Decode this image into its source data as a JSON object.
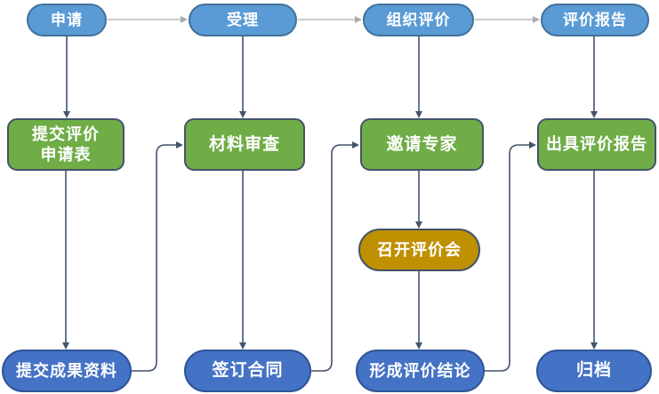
{
  "flowchart": {
    "top_row": {
      "apply": "申请",
      "accept": "受理",
      "organize_evaluation": "组织评价",
      "evaluation_report": "评价报告"
    },
    "process_row": {
      "submit_application_form_line1": "提交评价",
      "submit_application_form_line2": "申请表",
      "material_review": "材料审查",
      "invite_experts": "邀请专家",
      "issue_evaluation_report": "出具评价报告"
    },
    "middle": {
      "hold_evaluation_meeting": "召开评价会"
    },
    "bottom_row": {
      "submit_achievement_materials": "提交成果资料",
      "sign_contract": "签订合同",
      "form_evaluation_conclusion": "形成评价结论",
      "archive": "归档"
    },
    "colors": {
      "stage_pill_fill": "#5B9BD5",
      "stage_pill_border": "#41719C",
      "process_box_fill": "#70AD47",
      "process_box_border": "#44546A",
      "meeting_pill_fill": "#BF9000",
      "result_pill_fill": "#4472C4",
      "result_pill_border": "#2F5597",
      "connector_dark": "#44546A",
      "connector_light": "#BBBBBB",
      "background": "#FFFFFF"
    }
  }
}
